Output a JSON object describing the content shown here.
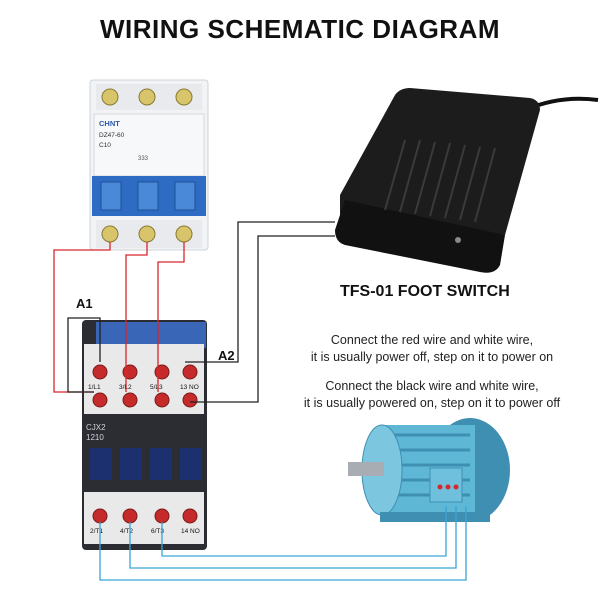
{
  "title": "WIRING SCHEMATIC DIAGRAM",
  "foot_switch": {
    "label": "TFS-01 FOOT SWITCH"
  },
  "notes": {
    "red_white": {
      "line1": "Connect the red wire and white wire,",
      "line2": "it is usually power off, step on it to power on"
    },
    "black_white": {
      "line1": "Connect the black wire and white wire,",
      "line2": "it is usually powered on, step on it to power off"
    }
  },
  "contactor_tags": {
    "a1": "A1",
    "a2": "A2"
  },
  "breaker": {
    "brand": "CHNT",
    "model": "DZ47-60",
    "rating": "C10",
    "position_marks": [
      "333"
    ]
  },
  "contactor": {
    "model_line1": "CJX2",
    "model_line2": "1210",
    "top_terminals": [
      "1/L1",
      "3/L2",
      "5/L3",
      "13 NO"
    ],
    "bottom_terminals": [
      "2/T1",
      "4/T2",
      "6/T3",
      "14 NO"
    ]
  },
  "colors": {
    "red_wire": "#d9262c",
    "blue_wire": "#3aa3d6",
    "black_wire": "#222222",
    "motor": "#5fb7d6"
  }
}
